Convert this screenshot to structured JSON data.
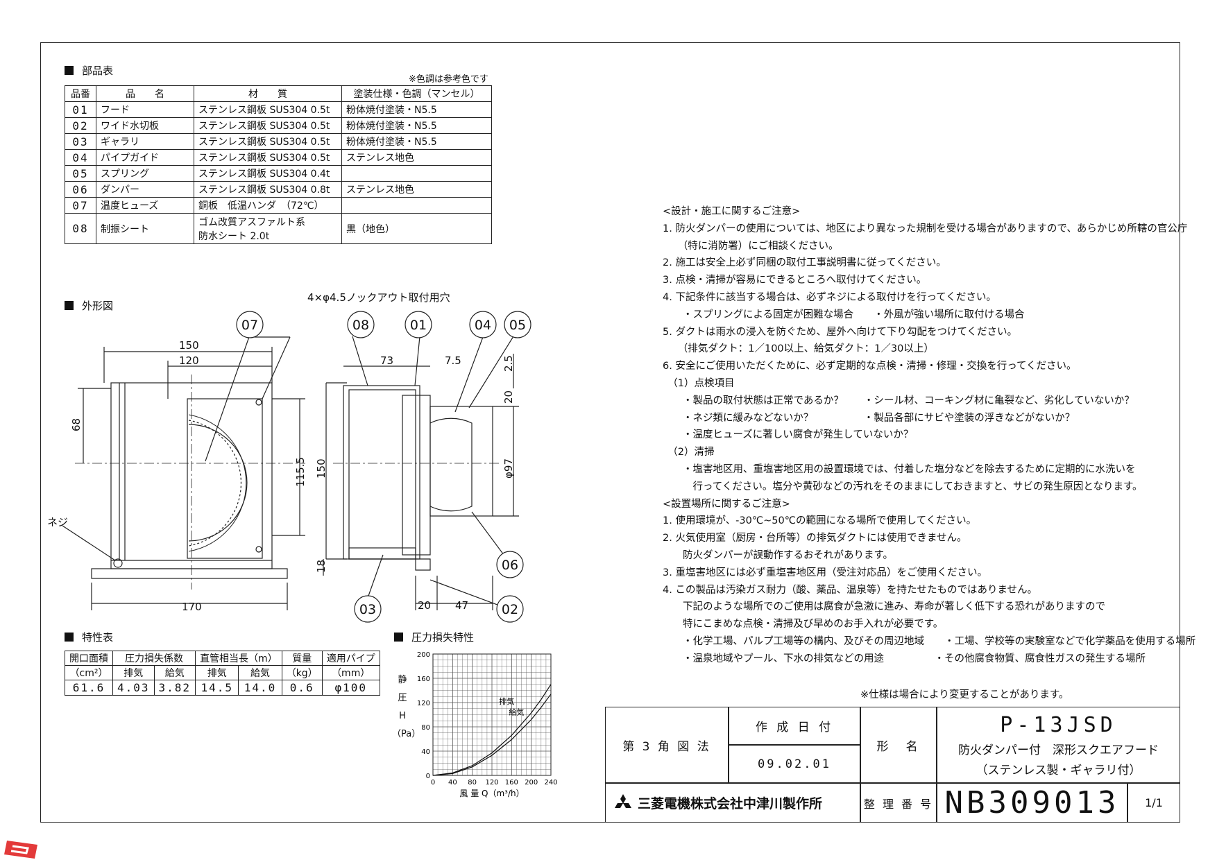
{
  "parts_section": {
    "title": "部品表",
    "color_note": "※色調は参考色です",
    "headers": [
      "品番",
      "品　　名",
      "材　　質",
      "塗装仕様・色調（マンセル）"
    ],
    "rows": [
      {
        "no": "01",
        "name": "フード",
        "material": "ステンレス鋼板 SUS304 0.5t",
        "finish": "粉体焼付塗装・N5.5"
      },
      {
        "no": "02",
        "name": "ワイド水切板",
        "material": "ステンレス鋼板 SUS304 0.5t",
        "finish": "粉体焼付塗装・N5.5"
      },
      {
        "no": "03",
        "name": "ギャラリ",
        "material": "ステンレス鋼板 SUS304 0.5t",
        "finish": "粉体焼付塗装・N5.5"
      },
      {
        "no": "04",
        "name": "パイプガイド",
        "material": "ステンレス鋼板 SUS304 0.5t",
        "finish": "ステンレス地色"
      },
      {
        "no": "05",
        "name": "スプリング",
        "material": "ステンレス鋼板 SUS304 0.4t",
        "finish": ""
      },
      {
        "no": "06",
        "name": "ダンパー",
        "material": "ステンレス鋼板 SUS304 0.8t",
        "finish": "ステンレス地色"
      },
      {
        "no": "07",
        "name": "温度ヒューズ",
        "material": "銅板　低温ハンダ　（72℃）",
        "finish": ""
      },
      {
        "no": "08",
        "name": "制振シート",
        "material": "ゴム改質アスファルト系",
        "material2": "防水シート 2.0t",
        "finish": "黒（地色）"
      }
    ]
  },
  "outline_section": {
    "title": "外形図",
    "knockout_label": "4×φ4.5ノックアウト取付用穴",
    "screw_label": "ネジ",
    "balloons": [
      "07",
      "08",
      "01",
      "04",
      "05",
      "06",
      "03",
      "02"
    ],
    "dims": {
      "d150w": "150",
      "d120": "120",
      "d68": "68",
      "d115": "115.5",
      "d170": "170",
      "d150h": "150",
      "d18": "18",
      "d73": "73",
      "d7_5": "7.5",
      "d2_5": "2.5",
      "d20v": "20",
      "d97": "φ97",
      "d20h": "20",
      "d47": "47"
    }
  },
  "spec_section": {
    "title": "特性表",
    "h_area": "開口面積",
    "h_area_unit": "（cm²）",
    "h_loss": "圧力損失係数",
    "h_pipe_len": "直管相当長（m）",
    "h_mass": "質量",
    "h_mass_unit": "（kg）",
    "h_pipe": "適用パイプ",
    "h_pipe_unit": "（mm）",
    "h_exhaust": "排気",
    "h_intake": "給気",
    "values": {
      "area": "61.6",
      "loss_ex": "4.03",
      "loss_in": "3.82",
      "len_ex": "14.5",
      "len_in": "14.0",
      "mass": "0.6",
      "pipe": "φ100"
    }
  },
  "pressure_section": {
    "title": "圧力損失特性",
    "ylabel_chars": [
      "静",
      "圧",
      "H",
      "（Pa）"
    ],
    "xlabel": "風 量 Q（m³/h）"
  },
  "chart_data": {
    "type": "line",
    "title": "圧力損失特性",
    "xlabel": "風 量 Q（m³/h）",
    "ylabel": "静圧 H（Pa）",
    "xlim": [
      0,
      240
    ],
    "ylim": [
      0,
      200
    ],
    "xticks": [
      "0",
      "40",
      "80",
      "120",
      "160",
      "200",
      "240"
    ],
    "yticks": [
      "0",
      "40",
      "80",
      "120",
      "160",
      "200"
    ],
    "grid": true,
    "series": [
      {
        "name": "排気",
        "x": [
          0,
          40,
          80,
          120,
          160,
          200,
          220,
          240
        ],
        "y": [
          0,
          4,
          16,
          37,
          66,
          103,
          125,
          150
        ]
      },
      {
        "name": "給気",
        "x": [
          0,
          40,
          80,
          120,
          160,
          200,
          220,
          240
        ],
        "y": [
          0,
          3,
          14,
          33,
          59,
          92,
          112,
          134
        ]
      }
    ]
  },
  "notes": {
    "lines": [
      "<設計・施工に関するご注意>",
      "1. 防火ダンパーの使用については、地区により異なった規制を受ける場合がありますので、あらかじめ所轄の官公庁",
      "　　（特に消防署）にご相談ください。",
      "2. 施工は安全上必ず同梱の取付工事説明書に従ってください。",
      "3. 点検・清掃が容易にできるところへ取付けてください。",
      "4. 下記条件に該当する場合は、必ずネジによる取付けを行ってください。",
      "　　・スプリングによる固定が困難な場合　　・外風が強い場所に取付ける場合",
      "5. ダクトは雨水の浸入を防ぐため、屋外へ向けて下り勾配をつけてください。",
      "　　（排気ダクト：1／100以上、給気ダクト：1／30以上）",
      "6. 安全にご使用いただくために、必ず定期的な点検・清掃・修理・交換を行ってください。",
      "　（1）点検項目",
      "　　・製品の取付状態は正常であるか？　　・シール材、コーキング材に亀裂など、劣化していないか？",
      "　　・ネジ類に緩みなどないか？　　　　　・製品各部にサビや塗装の浮きなどがないか？",
      "　　・温度ヒューズに著しい腐食が発生していないか？",
      "　（2）清掃",
      "　　・塩害地区用、重塩害地区用の設置環境では、付着した塩分などを除去するために定期的に水洗いを",
      "　　　行ってください。塩分や黄砂などの汚れをそのままにしておきますと、サビの発生原因となります。",
      "<設置場所に関するご注意>",
      "1. 使用環境が、-30℃~50℃の範囲になる場所で使用してください。",
      "2. 火気使用室（厨房・台所等）の排気ダクトには使用できません。",
      "　　防火ダンパーが誤動作するおそれがあります。",
      "3. 重塩害地区には必ず重塩害地区用（受注対応品）をご使用ください。",
      "4. この製品は汚染ガス耐力（酸、薬品、温泉等）を持たせたものではありません。",
      "　　下記のような場所でのご使用は腐食が急激に進み、寿命が著しく低下する恐れがありますので",
      "　　特にこまめな点検・清掃及び早めのお手入れが必要です。",
      "　　・化学工場、パルプ工場等の構内、及びその周辺地域　　・工場、学校等の実験室などで化学薬品を使用する場所",
      "　　・温泉地域やプール、下水の排気などの用途　　　　　・その他腐食物質、腐食性ガスの発生する場所"
    ],
    "spec_change": "※仕様は場合により変更することがあります。"
  },
  "title_block": {
    "projection": "第 3 角 図 法",
    "date_label": "作 成 日 付",
    "date": "09.02.01",
    "model_label": "形　名",
    "model": "P-13JSD",
    "desc1": "防火ダンパー付　深形スクエアフード",
    "desc2": "（ステンレス製・ギャラリ付）",
    "company": "三菱電機株式会社中津川製作所",
    "ref_label": "整 理 番 号",
    "ref_no": "NB309013",
    "page": "1/1"
  },
  "colors": {
    "line": "#222222",
    "logo": "#e33a3a"
  }
}
